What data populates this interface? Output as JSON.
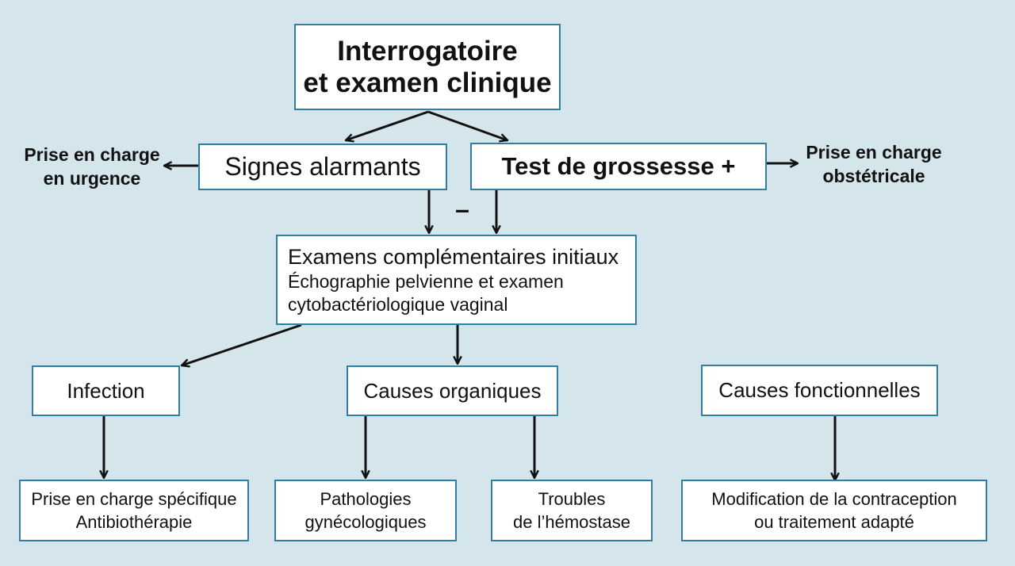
{
  "colors": {
    "background": "#d4e5ec",
    "box_border": "#2f7fa3",
    "box_fill": "#ffffff",
    "arrow": "#111111"
  },
  "start": {
    "line1": "Interrogatoire",
    "line2": "et examen clinique"
  },
  "alarm": {
    "label": "Signes alarmants"
  },
  "pregnancy": {
    "label": "Test de grossesse +"
  },
  "urgent_care": {
    "line1": "Prise en charge",
    "line2": "en urgence"
  },
  "obstetric_care": {
    "line1": "Prise en charge",
    "line2": "obstétricale"
  },
  "negative_sign": "–",
  "initial_exams": {
    "title": "Examens complémentaires initiaux",
    "line2": "Échographie pelvienne et examen",
    "line3": "cytobactériologique vaginal"
  },
  "infection": {
    "label": "Infection"
  },
  "organic": {
    "label": "Causes organiques"
  },
  "functional": {
    "label": "Causes fonctionnelles"
  },
  "specific_care": {
    "line1": "Prise en charge spécifique",
    "line2": "Antibiothérapie"
  },
  "gyn_pathologies": {
    "line1": "Pathologies",
    "line2": "gynécologiques"
  },
  "hemostasis": {
    "line1": "Troubles",
    "line2": "de l’hémostase"
  },
  "contraception": {
    "line1": "Modification de la contraception",
    "line2": "ou traitement adapté"
  }
}
